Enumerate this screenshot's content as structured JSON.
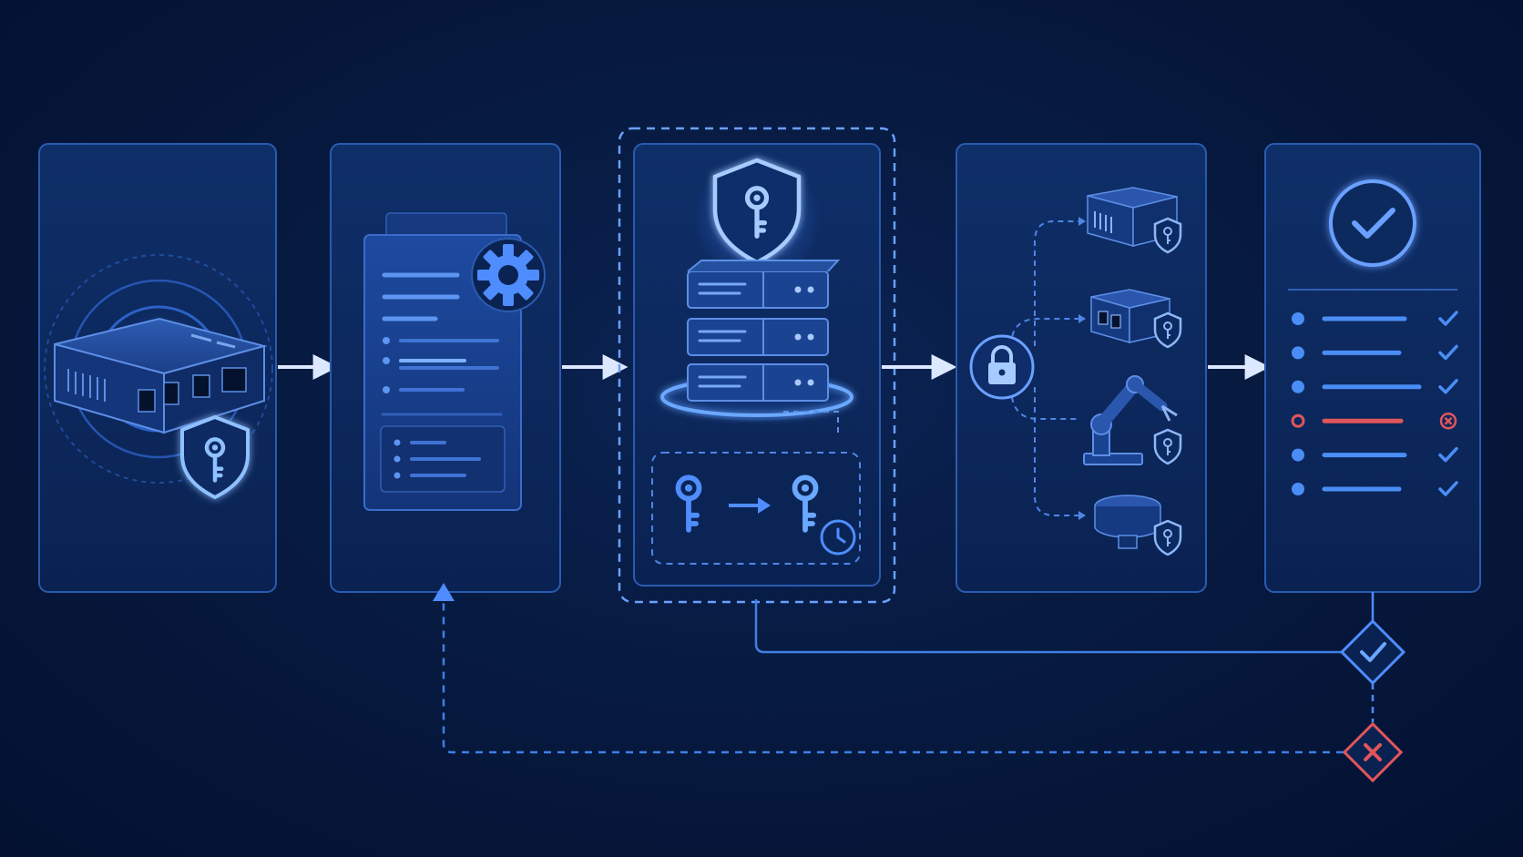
{
  "colors": {
    "background": "#061637",
    "panel_fill": "#0d2a5e",
    "panel_stroke": "#2a5bb0",
    "accent": "#4f8dff",
    "accent_bright": "#8fc0ff",
    "arrow": "#dbe8ff",
    "success": "#4a8ef5",
    "failure": "#e0565b"
  },
  "stages": [
    {
      "id": "device-identity",
      "icon": "network-device-with-key-shield-icon"
    },
    {
      "id": "configuration",
      "icon": "document-with-gear-icon"
    },
    {
      "id": "key-management",
      "icon": "server-rack-with-shield-key-icon",
      "rotation_icon": "key-rotation-clock-icon"
    },
    {
      "id": "secure-distribution",
      "icon": "lock-hub-icon",
      "targets": [
        "gateway-device",
        "edge-box",
        "robot-arm",
        "sensor"
      ]
    },
    {
      "id": "verification",
      "icon": "check-circle-icon",
      "checklist": [
        {
          "status": "pass"
        },
        {
          "status": "pass"
        },
        {
          "status": "pass"
        },
        {
          "status": "fail"
        },
        {
          "status": "pass"
        },
        {
          "status": "pass"
        }
      ]
    }
  ],
  "feedback": {
    "success_gate": "check-diamond-icon",
    "failure_gate": "x-diamond-icon"
  }
}
